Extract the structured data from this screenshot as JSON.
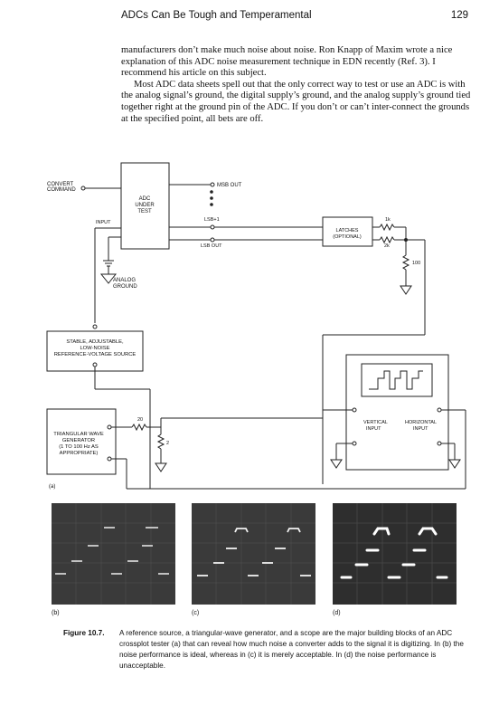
{
  "header": {
    "title": "ADCs Can Be Tough and Temperamental",
    "page": "129"
  },
  "body": {
    "para1": "manufacturers don’t make much noise about noise. Ron Knapp of Maxim wrote a nice explanation of this ADC noise measurement technique in EDN recently (Ref. 3). I recommend his article on this subject.",
    "para2": "Most ADC data sheets spell out that the only correct way to test or use an ADC is with the analog signal’s ground, the digital supply’s ground, and the analog supply’s ground tied together right at the ground pin of the ADC. If you don’t or can’t inter-connect the grounds at the specified point, all bets are off."
  },
  "diagram": {
    "convert1": "CONVERT",
    "convert2": "COMMAND",
    "adc1": "ADC",
    "adc2": "UNDER",
    "adc3": "TEST",
    "msb": "MSB OUT",
    "lsb1": "LSB+1",
    "lsb": "LSB OUT",
    "input": "INPUT",
    "analog1": "ANALOG",
    "analog2": "GROUND",
    "latch1": "LATCHES",
    "latch2": "(OPTIONAL)",
    "r1k": "1k",
    "r2k": "2k",
    "r100": "100",
    "ref1": "STABLE, ADJUSTABLE,",
    "ref2": "LOW-NOISE",
    "ref3": "REFERENCE-VOLTAGE SOURCE",
    "tri1": "TRIANGULAR WAVE",
    "tri2": "GENERATOR",
    "tri3": "(1 TO 100 Hz AS",
    "tri4": "APPROPRIATE)",
    "r20": "20",
    "r2": "2",
    "vert1": "VERTICAL",
    "vert2": "INPUT",
    "horiz1": "HORIZONTAL",
    "horiz2": "INPUT",
    "label_a": "(a)"
  },
  "photos": {
    "b": "(b)",
    "c": "(c)",
    "d": "(d)"
  },
  "caption": {
    "number": "Figure 10.7.",
    "text": "A reference source, a triangular-wave generator, and a scope are the major building blocks of an ADC crossplot tester (a) that can reveal how much noise a converter adds to the signal it is digitizing. In (b) the noise performance is ideal, whereas in (c) it is merely acceptable. In (d) the noise performance is unacceptable."
  }
}
